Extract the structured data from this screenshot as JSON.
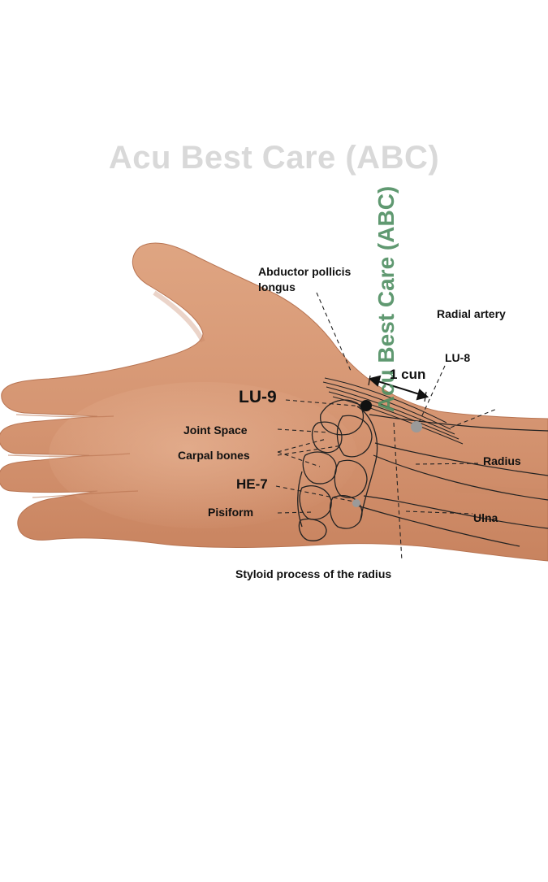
{
  "watermark": {
    "text": "Acu Best Care (ABC)",
    "top_color": "#d9d9d9",
    "side_color": "#4f8f62"
  },
  "labels": {
    "abductor": "Abductor pollicis",
    "abductor2": "longus",
    "radial_artery": "Radial artery",
    "lu8": "LU-8",
    "cun": "1 cun",
    "lu9": "LU-9",
    "joint_space": "Joint Space",
    "carpal": "Carpal bones",
    "radius": "Radius",
    "he7": "HE-7",
    "pisiform": "Pisiform",
    "ulna": "Ulna",
    "styloid": "Styloid process of the radius"
  },
  "colors": {
    "skin": "#d89a76",
    "skin_shadow": "#c07f5d",
    "skin_light": "#e6b293",
    "point_lu9": "#111111",
    "point_grey": "#9a9a9a"
  }
}
